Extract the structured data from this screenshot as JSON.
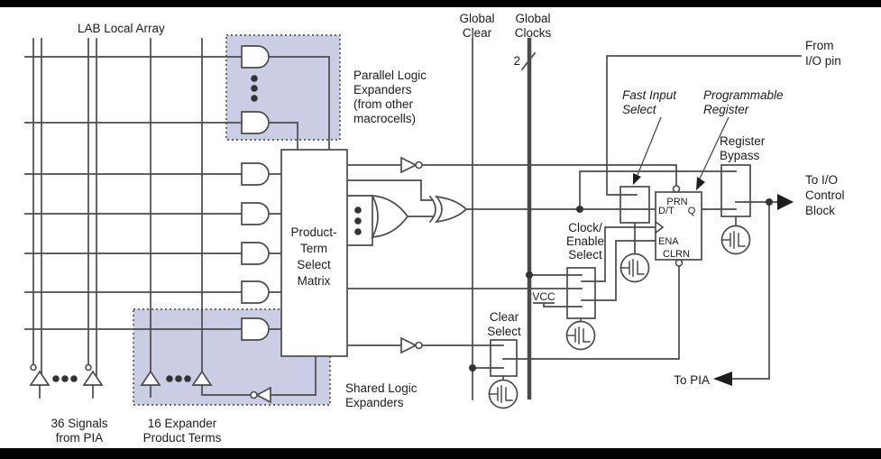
{
  "colors": {
    "shade": "#cacde4",
    "line": "#4b4b4d",
    "text": "#1c1c1e",
    "bar": "#000000"
  },
  "labels": {
    "lab_local_array": "LAB Local Array",
    "parallel_expanders": {
      "l1": "Parallel Logic",
      "l2": "Expanders",
      "l3": "(from other",
      "l4": "macrocells)"
    },
    "global_clear": {
      "l1": "Global",
      "l2": "Clear"
    },
    "global_clocks": {
      "l1": "Global",
      "l2": "Clocks"
    },
    "clock_bus_width": "2",
    "from_io_pin": {
      "l1": "From",
      "l2": "I/O pin"
    },
    "fast_input_select": {
      "l1": "Fast Input",
      "l2": "Select"
    },
    "programmable_register": {
      "l1": "Programmable",
      "l2": "Register"
    },
    "register_bypass": {
      "l1": "Register",
      "l2": "Bypass"
    },
    "to_io_control": {
      "l1": "To I/O",
      "l2": "Control",
      "l3": "Block"
    },
    "matrix": {
      "l1": "Product-",
      "l2": "Term",
      "l3": "Select",
      "l4": "Matrix"
    },
    "clock_enable_select": {
      "l1": "Clock/",
      "l2": "Enable",
      "l3": "Select"
    },
    "vcc": "VCC",
    "clear_select": {
      "l1": "Clear",
      "l2": "Select"
    },
    "register_ports": {
      "prn": "PRN",
      "dt": "D/T",
      "q": "Q",
      "ena": "ENA",
      "clrn": "CLRN"
    },
    "shared_expanders": {
      "l1": "Shared Logic",
      "l2": "Expanders"
    },
    "signals_from_pia": {
      "l1": "36 Signals",
      "l2": "from PIA"
    },
    "expander_terms": {
      "l1": "16 Expander",
      "l2": "Product Terms"
    },
    "to_pia": "To PIA"
  }
}
